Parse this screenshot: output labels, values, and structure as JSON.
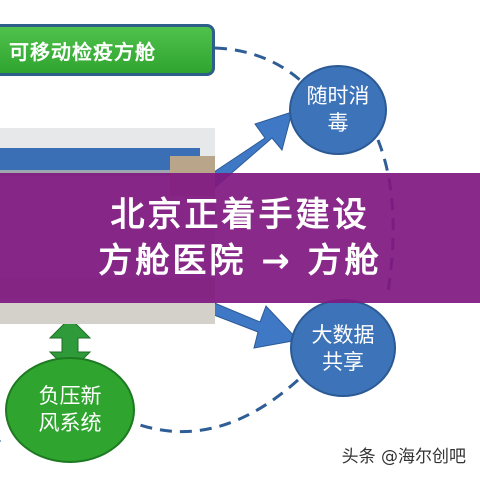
{
  "nodes": {
    "mobile_quarantine": "可移动检疫方舱",
    "disinfection": [
      "随时消",
      "毒"
    ],
    "big_data": [
      "大数据",
      "共享"
    ],
    "ventilation": [
      "负压新",
      "风系统"
    ]
  },
  "banner": {
    "line1": "北京正着手建设",
    "line2": "方舱医院 → 方舱"
  },
  "watermark": "头条 @海尔创吧",
  "colors": {
    "green_node": "#2fa42e",
    "blue_node": "#3d73b8",
    "blue_arrow": "#3f78c4",
    "green_arrow": "#2f9a3a",
    "banner": "#801980",
    "dashed_ring": "#2f5d95"
  }
}
